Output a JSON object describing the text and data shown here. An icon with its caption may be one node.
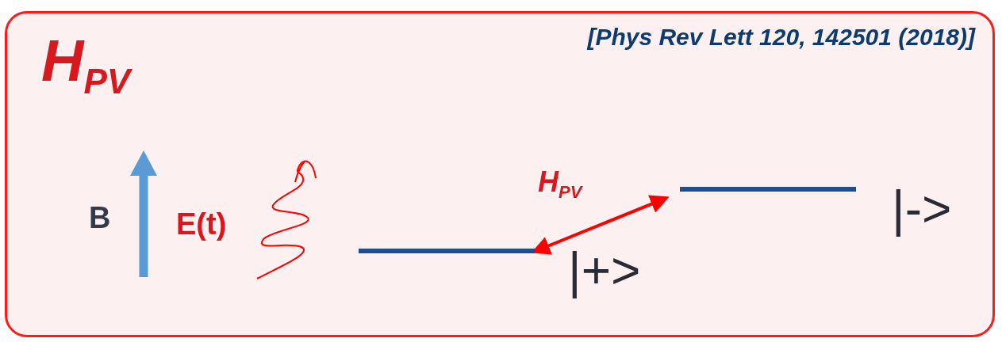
{
  "diagram": {
    "title": "H$_{PV}$",
    "nodes": [
      {
        "text": [],
        "shape": "bar",
        "beside": [
          "|+>"
        ]
      },
      {
        "text": [],
        "shape": "bar",
        "beside": [
          "|->"
        ]
      }
    ],
    "edges": [
      {
        "from": 0,
        "to": 1,
        "arrow": "both",
        "label": "H$_{PV}$"
      }
    ],
    "labels": [
      "[Phys Rev Lett 120, 142501 (2018)]",
      "B",
      "E(t)"
    ]
  }
}
